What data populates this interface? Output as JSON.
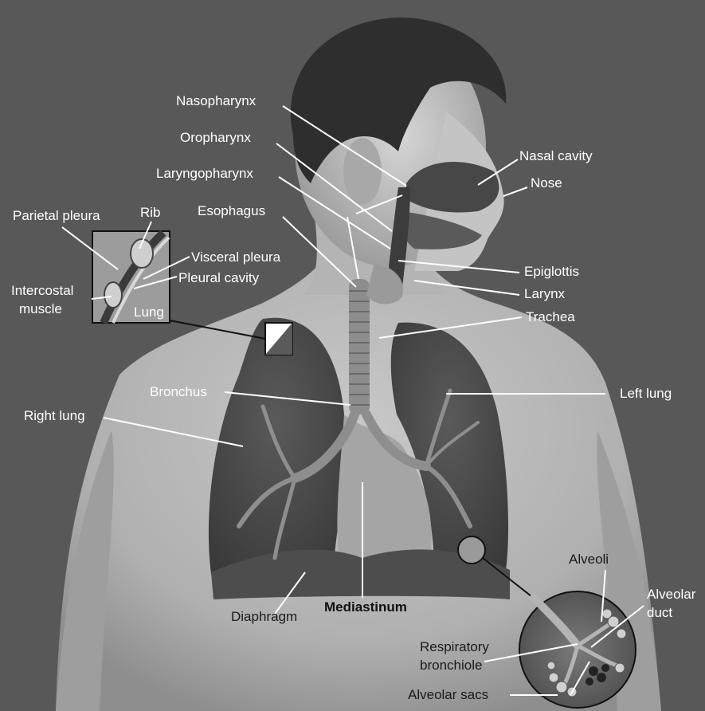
{
  "labels": {
    "nasopharynx": "Nasopharynx",
    "oropharynx": "Oropharynx",
    "laryngopharynx": "Laryngopharynx",
    "esophagus": "Esophagus",
    "nasal_cavity": "Nasal cavity",
    "nose": "Nose",
    "parietal_pleura": "Parietal pleura",
    "rib": "Rib",
    "visceral_pleura": "Visceral pleura",
    "pleural_cavity": "Pleural cavity",
    "intercostal": "Intercostal",
    "muscle": "muscle",
    "lung": "Lung",
    "epiglottis": "Epiglottis",
    "larynx": "Larynx",
    "trachea": "Trachea",
    "bronchus": "Bronchus",
    "left_lung": "Left lung",
    "right_lung": "Right lung",
    "alveoli": "Alveoli",
    "alveolar": "Alveolar",
    "duct": "duct",
    "diaphragm": "Diaphragm",
    "mediastinum": "Mediastinum",
    "respiratory": "Respiratory",
    "bronchiole": "bronchiole",
    "alveolar_sacs": "Alveolar sacs"
  },
  "colors": {
    "background": "#5d5d5d",
    "skin": "#b9b9b9",
    "lung": "#4a4a4a",
    "label_light": "#ffffff",
    "label_dark": "#1a1a1a"
  }
}
